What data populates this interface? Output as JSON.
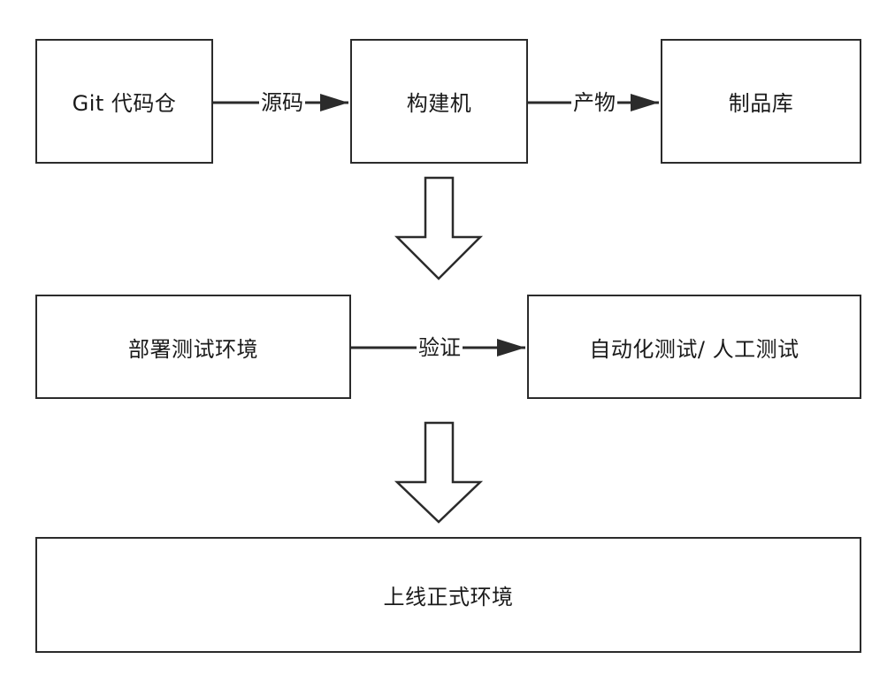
{
  "nodes": {
    "git_repo": "Git 代码仓",
    "build_machine": "构建机",
    "artifact_repo": "制品库",
    "deploy_test_env": "部署测试环境",
    "auto_manual_test": "自动化测试/ 人工测试",
    "production_env": "上线正式环境"
  },
  "edges": {
    "source_code": "源码",
    "artifact": "产物",
    "verify": "验证"
  }
}
